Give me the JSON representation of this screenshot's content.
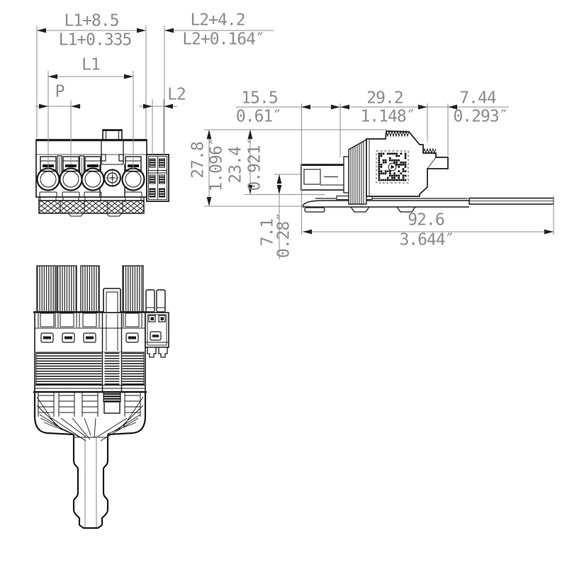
{
  "colors": {
    "line": "#1a1a1a",
    "dim_line": "#8c8c8c",
    "dim_text": "#8a8a8a",
    "background": "#ffffff"
  },
  "dims": {
    "front": {
      "overall_metric": "L1+8.5",
      "overall_imperial": "L1+0.335",
      "aux_overall_metric": "L2+4.2",
      "aux_overall_imperial": "L2+0.164″",
      "pole_span": "L1",
      "pitch": "P",
      "aux_span": "L2"
    },
    "side": {
      "front_len_metric": "15.5",
      "front_len_imperial": "0.61″",
      "body_len_metric": "29.2",
      "body_len_imperial": "1.148″",
      "latch_len_metric": "7.44",
      "latch_len_imperial": "0.293″",
      "height_metric": "27.8",
      "height_imperial": "1.096″",
      "body_height_metric": "23.4",
      "body_height_imperial": "0.921″",
      "axis_offset_metric": "7.1",
      "axis_offset_imperial": "0.28″",
      "total_len_metric": "92.6",
      "total_len_imperial": "3.644″"
    }
  }
}
